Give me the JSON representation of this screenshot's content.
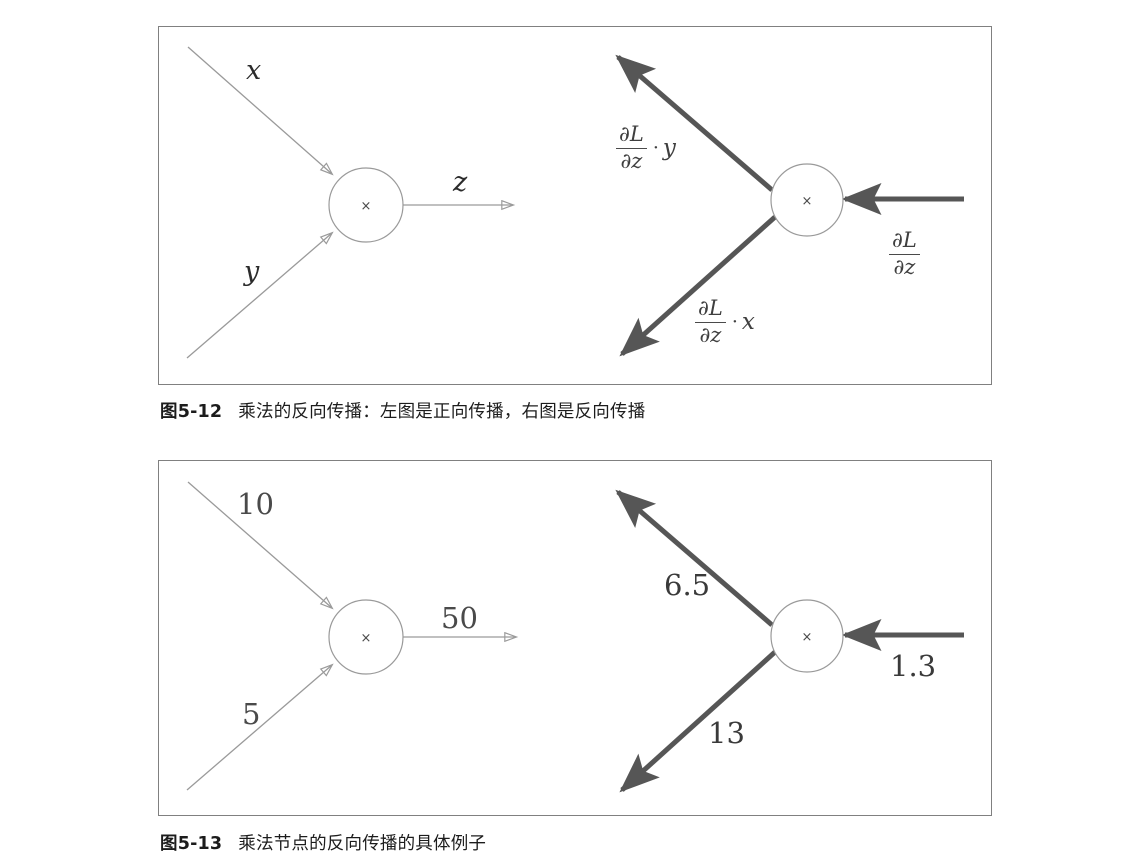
{
  "document": {
    "type": "textbook-figure-page",
    "background_color": "#ffffff"
  },
  "figures": [
    {
      "id": "fig-5-12",
      "caption_number": "图5-12",
      "caption_text": "乘法的反向传播：左图是正向传播，右图是反向传播",
      "frame_color": "#808080",
      "left_panel": {
        "node_symbol": "×",
        "node_stroke": "#9a9a9a",
        "arrow_color": "#9a9a9a",
        "labels": {
          "input_upper": "x",
          "input_lower": "y",
          "output": "z"
        }
      },
      "right_panel": {
        "node_symbol": "×",
        "node_stroke": "#9a9a9a",
        "arrow_color": "#565656",
        "labels": {
          "output_upper_num": "∂L",
          "output_upper_den": "∂z",
          "output_upper_mul": "·",
          "output_upper_tail": "y",
          "output_lower_num": "∂L",
          "output_lower_den": "∂z",
          "output_lower_mul": "·",
          "output_lower_tail": "x",
          "input_num": "∂L",
          "input_den": "∂z"
        }
      }
    },
    {
      "id": "fig-5-13",
      "caption_number": "图5-13",
      "caption_text": "乘法节点的反向传播的具体例子",
      "frame_color": "#808080",
      "left_panel": {
        "node_symbol": "×",
        "node_stroke": "#9a9a9a",
        "arrow_color": "#9a9a9a",
        "labels": {
          "input_upper": "10",
          "input_lower": "5",
          "output": "50"
        }
      },
      "right_panel": {
        "node_symbol": "×",
        "node_stroke": "#9a9a9a",
        "arrow_color": "#565656",
        "labels": {
          "output_upper": "6.5",
          "output_lower": "13",
          "input": "1.3"
        }
      }
    }
  ]
}
